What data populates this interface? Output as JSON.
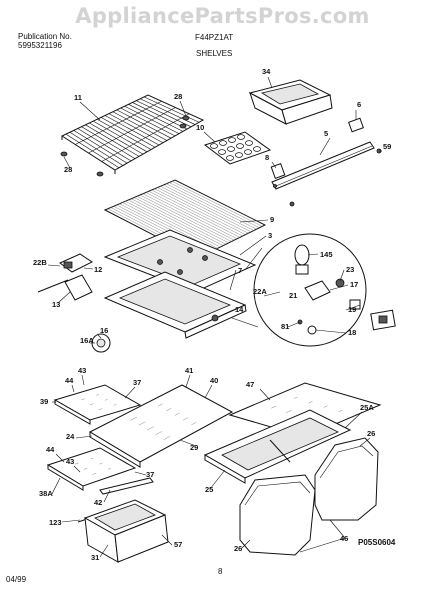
{
  "watermark": "AppliancePartsPros.com",
  "header": {
    "publication_label": "Publication No.",
    "publication_number": "5995321196",
    "model": "F44PZ1AT",
    "section": "SHELVES"
  },
  "footer": {
    "date": "04/99",
    "page": "8",
    "drawing_code": "P05S0604"
  },
  "part_numbers": {
    "p11": "11",
    "p28a": "28",
    "p28b": "28",
    "p34": "34",
    "p10": "10",
    "p6": "6",
    "p5": "5",
    "p59": "59",
    "p8": "8",
    "p9": "9",
    "p3": "3",
    "p22b": "22B",
    "p12": "12",
    "p13": "13",
    "p145": "145",
    "p23": "23",
    "p17": "17",
    "p7": "7",
    "p22a": "22A",
    "p21": "21",
    "p14": "14",
    "p19": "19",
    "p81": "81",
    "p18": "18",
    "p16": "16",
    "p16a": "16A",
    "p43a": "43",
    "p44a": "44",
    "p37a": "37",
    "p41": "41",
    "p40": "40",
    "p47": "47",
    "p39": "39",
    "p25a": "25A",
    "p29": "29",
    "p24": "24",
    "p26a": "26",
    "p44b": "44",
    "p43b": "43",
    "p37b": "37",
    "p38a": "38A",
    "p25": "25",
    "p42": "42",
    "p123": "123",
    "p31": "31",
    "p57": "57",
    "p26b": "26",
    "p46": "46"
  }
}
